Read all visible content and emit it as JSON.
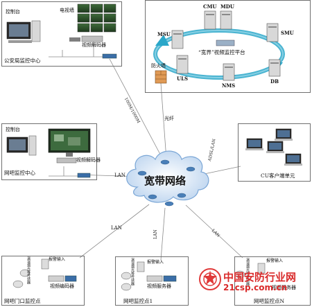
{
  "title_center": "宽带网络",
  "links": {
    "psb_link": "100M/1000M",
    "fiber": "光纤",
    "lan_left": "LAN",
    "adsl": "ADSL/LAN",
    "lan_bl": "LAN",
    "lan_bm": "LAN",
    "lan_br": "LAN"
  },
  "psb_center": {
    "tv_wall": "电视墙",
    "console": "控制台",
    "decoder": "视频解码器",
    "name": "公安局监控中心"
  },
  "platform": {
    "cmu": "CMU",
    "mdu": "MDU",
    "msu": "MSU",
    "smu": "SMU",
    "uls": "ULS",
    "nms": "NMS",
    "db": "DB",
    "firewall": "防火墙",
    "platform_name": "“宽界”视频监控平台"
  },
  "cafe_center": {
    "console": "控制台",
    "decoder": "视频解码器",
    "name": "网吧监控中心"
  },
  "cu": {
    "name": "CU客户端单元"
  },
  "sites": [
    {
      "alarm": "报警输入",
      "sensor": "温湿烟光等传感器",
      "encoder": "视频编码器",
      "name": "网吧门口监控点"
    },
    {
      "alarm": "报警输入",
      "sensor": "温湿烟光等传感器",
      "encoder": "视频服务器",
      "name": "网吧监控点1"
    },
    {
      "alarm": "报警输入",
      "sensor": "温湿烟光等传感器",
      "encoder": "视频服务器",
      "name": "网吧监控点N"
    }
  ],
  "watermark": {
    "text": "中国安防行业网",
    "url": "21csp.com.cn"
  },
  "colors": {
    "cloud": "#c8ddf2",
    "ring": "#2aa7c9",
    "line": "#8a8a8a"
  }
}
